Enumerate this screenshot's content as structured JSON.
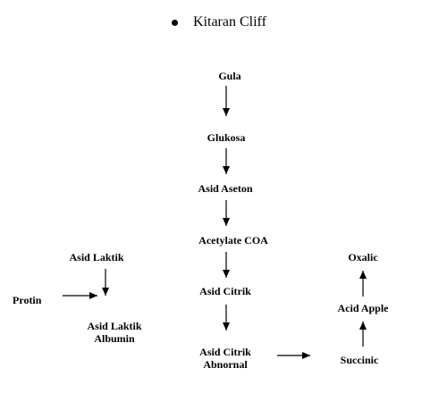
{
  "title": "Kitaran Cliff",
  "nodes": {
    "gula": "Gula",
    "glukosa": "Glukosa",
    "asid_aseton": "Asid Aseton",
    "acetylate_coa": "Acetylate COA",
    "asid_citrik": "Asid Citrik",
    "asid_citrik_abnornal": [
      "Asid Citrik",
      "Abnornal"
    ],
    "asid_laktik": "Asid Laktik",
    "protin": "Protin",
    "asid_laktik_albumin": [
      "Asid Laktik",
      "Albumin"
    ],
    "oxalic": "Oxalic",
    "acid_apple": "Acid Apple",
    "succinic": "Succinic"
  }
}
